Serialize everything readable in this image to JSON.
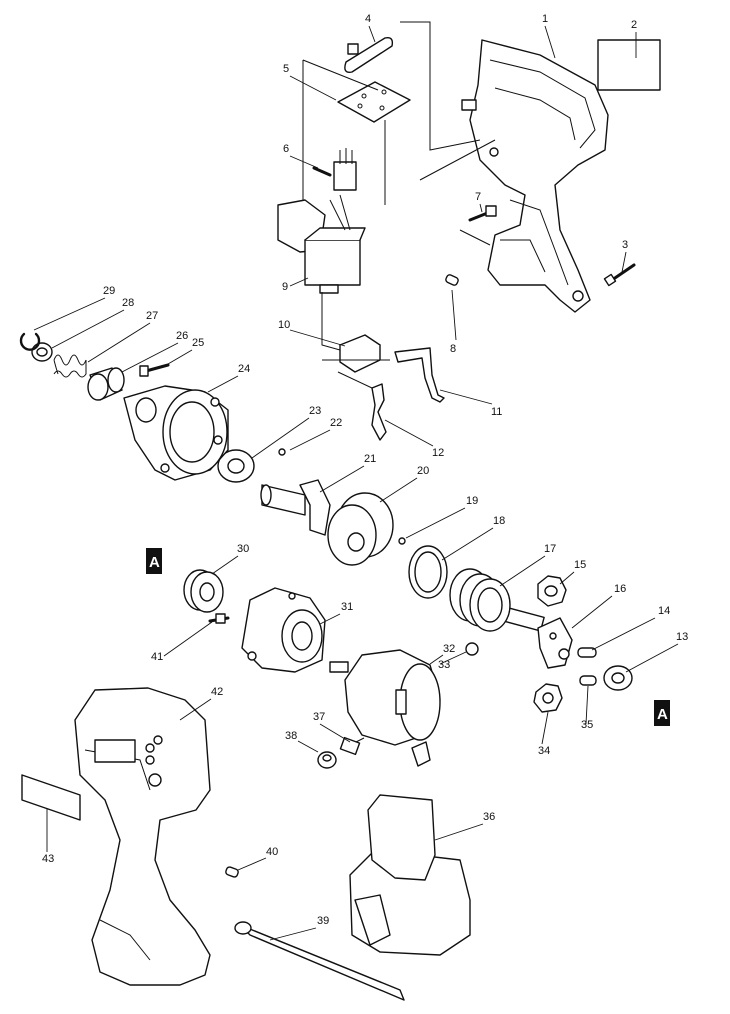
{
  "diagram": {
    "callouts": [
      "1",
      "2",
      "3",
      "4",
      "5",
      "6",
      "7",
      "8",
      "9",
      "10",
      "11",
      "12",
      "13",
      "14",
      "15",
      "16",
      "17",
      "18",
      "19",
      "20",
      "21",
      "22",
      "23",
      "24",
      "25",
      "26",
      "27",
      "28",
      "29",
      "30",
      "31",
      "32",
      "33",
      "34",
      "35",
      "36",
      "37",
      "38",
      "39",
      "40",
      "41",
      "42",
      "43"
    ],
    "marker_label": "A"
  }
}
